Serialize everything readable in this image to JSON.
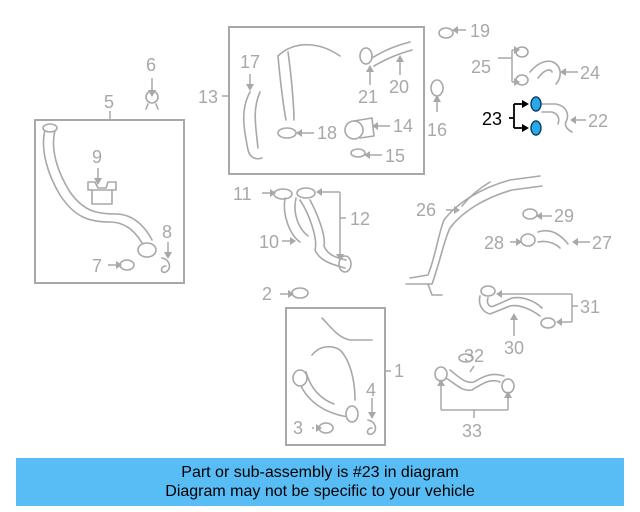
{
  "callouts": {
    "c1": "1",
    "c2": "2",
    "c3": "3",
    "c4": "4",
    "c5": "5",
    "c6": "6",
    "c7": "7",
    "c8": "8",
    "c9": "9",
    "c10": "10",
    "c11": "11",
    "c12": "12",
    "c13": "13",
    "c14": "14",
    "c15": "15",
    "c16": "16",
    "c17": "17",
    "c18": "18",
    "c19": "19",
    "c20": "20",
    "c21": "21",
    "c22": "22",
    "c23": "23",
    "c24": "24",
    "c25": "25",
    "c26": "26",
    "c27": "27",
    "c28": "28",
    "c29": "29",
    "c30": "30",
    "c31": "31",
    "c32": "32",
    "c33": "33"
  },
  "highlighted_part": "23",
  "colors": {
    "line": "#a8a8a8",
    "highlight": "#000000",
    "highlight_part_fill": "#2aa8e8",
    "banner_bg": "#59bdf5"
  },
  "banner": {
    "line1": "Part or sub-assembly is #23 in diagram",
    "line2": "Diagram may not be specific to your vehicle"
  }
}
